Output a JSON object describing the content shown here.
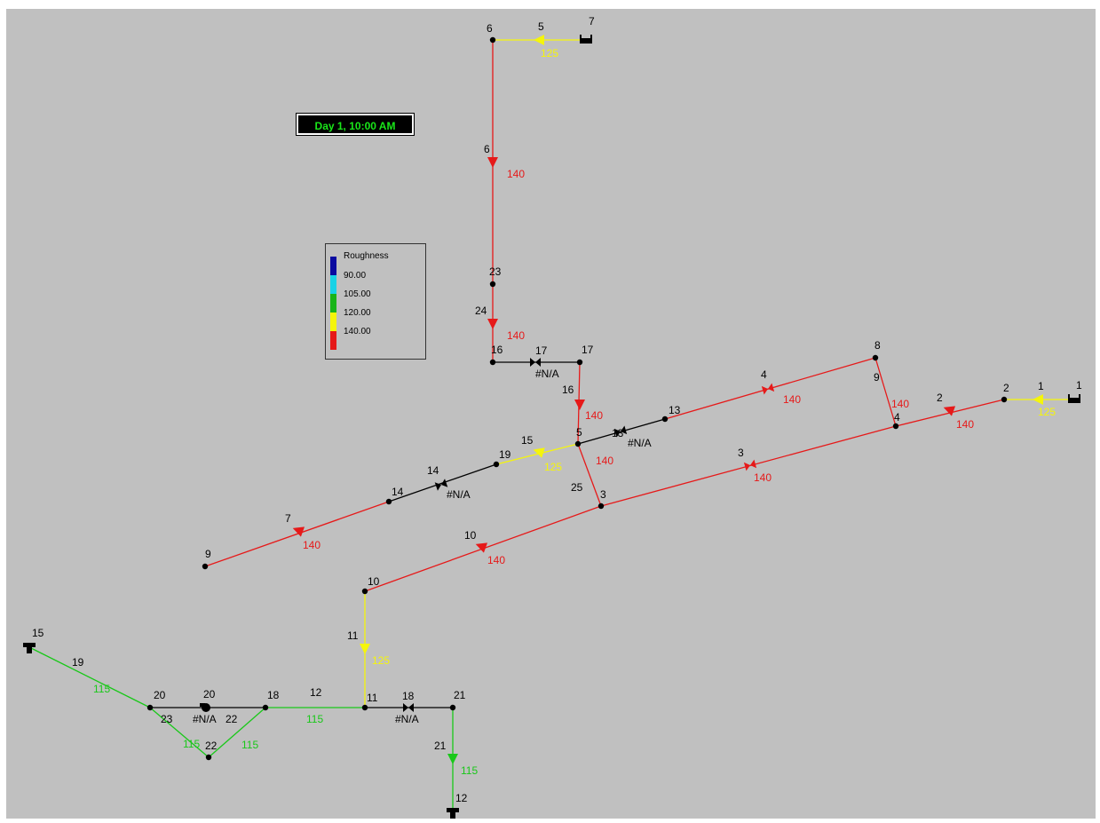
{
  "time_label": "Day 1, 10:00 AM",
  "legend": {
    "title": "Roughness",
    "labels": [
      "90.00",
      "105.00",
      "120.00",
      "140.00"
    ],
    "colors": [
      "#0a0aa0",
      "#19d2e6",
      "#19b419",
      "#f5f50a",
      "#e61919"
    ]
  },
  "nodes": [
    {
      "id": "6",
      "kind": "junction"
    },
    {
      "id": "7",
      "kind": "tank"
    },
    {
      "id": "23",
      "kind": "junction"
    },
    {
      "id": "16",
      "kind": "junction"
    },
    {
      "id": "17",
      "kind": "junction"
    },
    {
      "id": "8",
      "kind": "junction"
    },
    {
      "id": "2",
      "kind": "junction"
    },
    {
      "id": "1",
      "kind": "tank"
    },
    {
      "id": "4",
      "kind": "junction"
    },
    {
      "id": "13",
      "kind": "junction"
    },
    {
      "id": "5",
      "kind": "junction"
    },
    {
      "id": "19",
      "kind": "junction"
    },
    {
      "id": "14",
      "kind": "junction"
    },
    {
      "id": "3",
      "kind": "junction"
    },
    {
      "id": "9",
      "kind": "junction"
    },
    {
      "id": "10",
      "kind": "junction"
    },
    {
      "id": "11",
      "kind": "junction"
    },
    {
      "id": "21",
      "kind": "junction"
    },
    {
      "id": "12",
      "kind": "reservoir"
    },
    {
      "id": "18",
      "kind": "junction"
    },
    {
      "id": "20",
      "kind": "junction"
    },
    {
      "id": "22",
      "kind": "junction"
    },
    {
      "id": "15",
      "kind": "reservoir"
    }
  ],
  "links": [
    {
      "id": "5",
      "from": "7",
      "to": "6",
      "type": "pipe",
      "value": "125",
      "color": "yellow"
    },
    {
      "id": "6",
      "from": "6",
      "to": "23",
      "type": "pipe",
      "value": "140",
      "color": "red"
    },
    {
      "id": "24",
      "from": "23",
      "to": "16",
      "type": "pipe",
      "value": "140",
      "color": "red"
    },
    {
      "id": "17",
      "from": "16",
      "to": "17",
      "type": "valve",
      "value": "#N/A",
      "color": "black"
    },
    {
      "id": "16",
      "from": "17",
      "to": "5",
      "type": "pipe",
      "value": "140",
      "color": "red"
    },
    {
      "id": "13",
      "from": "5",
      "to": "13",
      "type": "valve",
      "value": "#N/A",
      "color": "black"
    },
    {
      "id": "4",
      "from": "13",
      "to": "8",
      "type": "pipe",
      "value": "140",
      "color": "red"
    },
    {
      "id": "9",
      "from": "8",
      "to": "4",
      "type": "pipe",
      "value": "140",
      "color": "red"
    },
    {
      "id": "1",
      "from": "1",
      "to": "2",
      "type": "pipe",
      "value": "125",
      "color": "yellow"
    },
    {
      "id": "2",
      "from": "2",
      "to": "4",
      "type": "pipe",
      "value": "140",
      "color": "red"
    },
    {
      "id": "3",
      "from": "4",
      "to": "3",
      "type": "pipe",
      "value": "140",
      "color": "red"
    },
    {
      "id": "25",
      "from": "5",
      "to": "3",
      "type": "pipe",
      "value": "140",
      "color": "red"
    },
    {
      "id": "15",
      "from": "5",
      "to": "19",
      "type": "pipe",
      "value": "125",
      "color": "yellow"
    },
    {
      "id": "14",
      "from": "19",
      "to": "14",
      "type": "valve",
      "value": "#N/A",
      "color": "black"
    },
    {
      "id": "7",
      "from": "14",
      "to": "9",
      "type": "pipe",
      "value": "140",
      "color": "red"
    },
    {
      "id": "10",
      "from": "3",
      "to": "10",
      "type": "pipe",
      "value": "140",
      "color": "red"
    },
    {
      "id": "11",
      "from": "10",
      "to": "11",
      "type": "pipe",
      "value": "125",
      "color": "yellow"
    },
    {
      "id": "18",
      "from": "11",
      "to": "21",
      "type": "valve",
      "value": "#N/A",
      "color": "black"
    },
    {
      "id": "21",
      "from": "21",
      "to": "12",
      "type": "pipe",
      "value": "115",
      "color": "green"
    },
    {
      "id": "12",
      "from": "11",
      "to": "18",
      "type": "pipe",
      "value": "115",
      "color": "green"
    },
    {
      "id": "20",
      "from": "18",
      "to": "20",
      "type": "pump",
      "value": "#N/A",
      "color": "black"
    },
    {
      "id": "22",
      "from": "18",
      "to": "22",
      "type": "pipe",
      "value": "115",
      "color": "green"
    },
    {
      "id": "23",
      "from": "20",
      "to": "22",
      "type": "pipe",
      "value": "115",
      "color": "green"
    },
    {
      "id": "19",
      "from": "15",
      "to": "20",
      "type": "pipe",
      "value": "115",
      "color": "green"
    }
  ],
  "colors": {
    "background": "#c0c0c0",
    "red": "#e61919",
    "yellow": "#f5f50a",
    "green": "#19c819",
    "black": "#000000"
  }
}
